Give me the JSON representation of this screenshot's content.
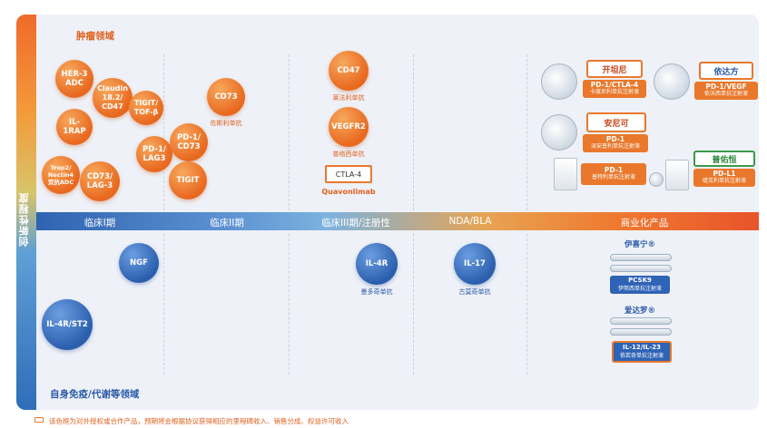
{
  "y_axis_label": "创新性程度",
  "regions": {
    "oncology": "肿瘤领域",
    "autoimmune": "自身免疫/代谢等领域"
  },
  "phases": [
    "临床I期",
    "临床II期",
    "临床III期/注册性",
    "NDA/BLA",
    "商业化产品"
  ],
  "oncology_bubbles": [
    "HER-3\nADC",
    "Claudin\n18.2/\nCD47",
    "IL-\n1RAP",
    "TIGIT/\nTOF-β",
    "Trop2/\nNectin4\n双抗ADC",
    "CD73/\nLAG-3",
    "PD-1/\nLAG3",
    "PD-1/\nCD73",
    "TIGIT",
    "CD73",
    "CD47",
    "VEGFR2"
  ],
  "oncology_captions": {
    "cd73": "佐斯利单抗",
    "cd47": "莱法利单抗",
    "vegfr2": "普络西单抗",
    "ctla4_sub": "Quavonlimab"
  },
  "ctla4_box": "CTLA-4",
  "commercial_oncology": [
    {
      "brand": "开坦尼",
      "target": "PD-1/CTLA-4",
      "name": "卡度尼利单抗注射液"
    },
    {
      "brand": "依达方",
      "target": "PD-1/VEGF",
      "name": "依沃西单抗注射液"
    },
    {
      "brand": "安尼可",
      "target": "PD-1",
      "name": "派安普利单抗注射液"
    },
    {
      "brand": "",
      "target": "PD-1",
      "name": "普特利单抗注射液"
    },
    {
      "brand": "普佑恒",
      "target": "PD-L1",
      "name": "缇克利单抗注射液"
    }
  ],
  "autoimmune_bubbles": {
    "ngf": "NGF",
    "il4r_st2": "IL-4R/ST2",
    "il4r": "IL-4R",
    "il17": "IL-17"
  },
  "autoimmune_captions": {
    "il4r": "曼多奇单抗",
    "il17": "古莫奇单抗"
  },
  "commercial_autoimmune": [
    {
      "brand": "伊喜宁®",
      "target": "PCSK9",
      "name": "伊努西单抗注射液"
    },
    {
      "brand": "爱达罗®",
      "target": "IL-12/IL-23",
      "name": "依若奇单抗注射液"
    }
  ],
  "footnote": "该色框为对外授权或合作产品，预期将会根据协议获得相应的里程碑收入、销售分成、权益许可收入",
  "colors": {
    "orange": "#e9782c",
    "blue": "#2f63b5"
  }
}
